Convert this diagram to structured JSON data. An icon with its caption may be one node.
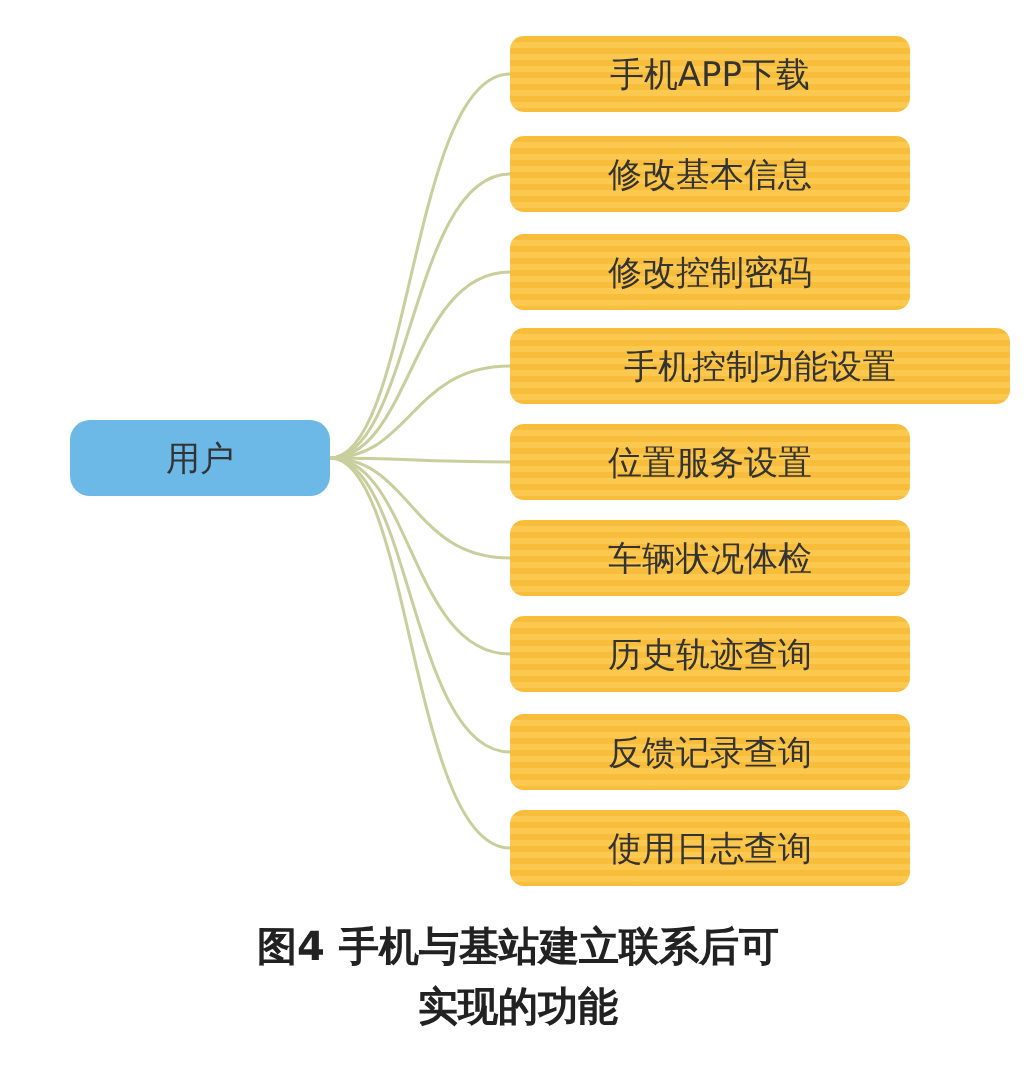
{
  "diagram": {
    "caption": "图4 手机与基站建立联系后可实现的功能",
    "nodes": [
      {
        "text": [
          "用户"
        ]
      },
      {
        "text": [
          "手机APP下载"
        ]
      },
      {
        "text": [
          "修改基本信息"
        ]
      },
      {
        "text": [
          "修改控制密码"
        ]
      },
      {
        "text": [
          "手机控制功能设置"
        ]
      },
      {
        "text": [
          "位置服务设置"
        ]
      },
      {
        "text": [
          "车辆状况体检"
        ]
      },
      {
        "text": [
          "历史轨迹查询"
        ]
      },
      {
        "text": [
          "反馈记录查询"
        ]
      },
      {
        "text": [
          "使用日志查询"
        ]
      }
    ],
    "edges": [
      {
        "from": 0,
        "to": 1,
        "arrow": "none"
      },
      {
        "from": 0,
        "to": 2,
        "arrow": "none"
      },
      {
        "from": 0,
        "to": 3,
        "arrow": "none"
      },
      {
        "from": 0,
        "to": 4,
        "arrow": "none"
      },
      {
        "from": 0,
        "to": 5,
        "arrow": "none"
      },
      {
        "from": 0,
        "to": 6,
        "arrow": "none"
      },
      {
        "from": 0,
        "to": 7,
        "arrow": "none"
      },
      {
        "from": 0,
        "to": 8,
        "arrow": "none"
      },
      {
        "from": 0,
        "to": 9,
        "arrow": "none"
      }
    ]
  }
}
